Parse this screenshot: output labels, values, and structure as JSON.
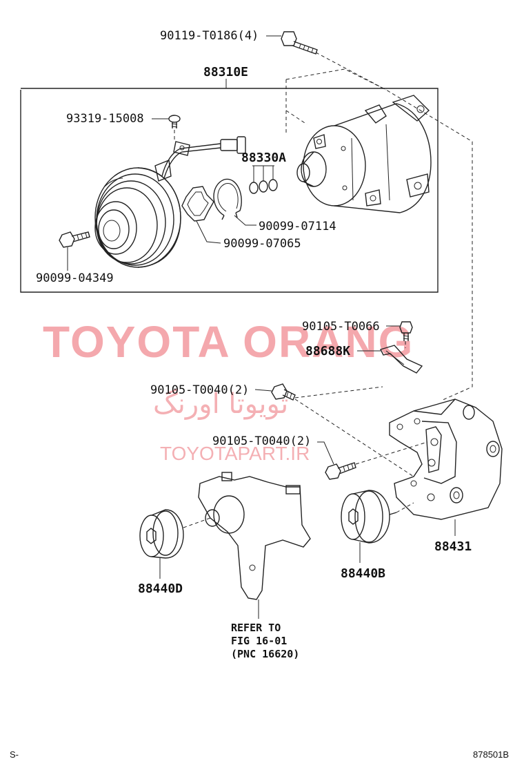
{
  "labels": {
    "bolt_top": "90119-T0186(4)",
    "assembly": "88310E",
    "screw": "93319-15008",
    "shim_set": "88330A",
    "snap_ring": "90099-07114",
    "ring_seal": "90099-07065",
    "clutch_bolt": "90099-04349",
    "bolt_bracket": "90105-T0066",
    "bracket": "88688K",
    "bolt_a": "90105-T0040(2)",
    "bolt_b": "90105-T0040(2)",
    "pulley_left": "88440D",
    "pulley_right": "88440B",
    "compressor_bracket": "88431",
    "refer_line1": "REFER TO",
    "refer_line2": "FIG 16-01",
    "refer_line3": "(PNC 16620)",
    "footer_left": "S-",
    "footer_right": "878501B"
  },
  "watermark": {
    "brand": "TOYOTA ORANG",
    "persian": "تویوتا اورنگ",
    "site": "TOYOTAPART.IR",
    "color": "#f4a8ad"
  }
}
